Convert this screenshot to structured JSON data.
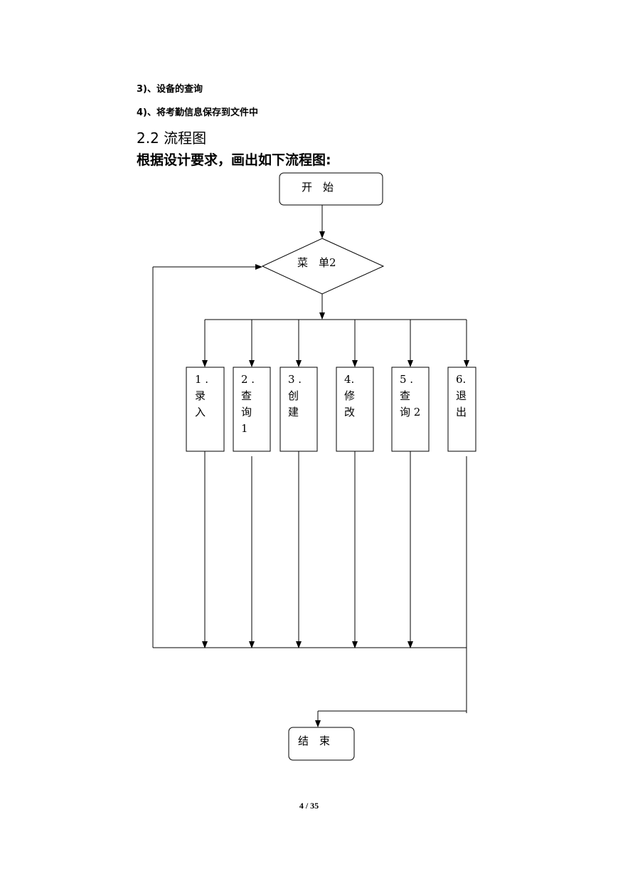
{
  "list_items": [
    {
      "text": "3)、设备的查询"
    },
    {
      "text": "4)、将考勤信息保存到文件中"
    }
  ],
  "section_heading": "2.2 流程图",
  "intro_text": "根据设计要求，画出如下流程图:",
  "flowchart": {
    "start_label": "开　始",
    "menu_label": "菜　单2",
    "end_label": "结　束",
    "options": [
      {
        "lines": [
          "1 .",
          "录",
          "入"
        ]
      },
      {
        "lines": [
          "2 .",
          "查",
          "询",
          "1"
        ]
      },
      {
        "lines": [
          "3 .",
          "创",
          "建"
        ]
      },
      {
        "lines": [
          "4.",
          "修",
          "改"
        ]
      },
      {
        "lines": [
          "5 .",
          "查",
          "询 2"
        ]
      },
      {
        "lines": [
          "6.",
          "退",
          "出"
        ]
      }
    ]
  },
  "page_number": "4 / 35"
}
